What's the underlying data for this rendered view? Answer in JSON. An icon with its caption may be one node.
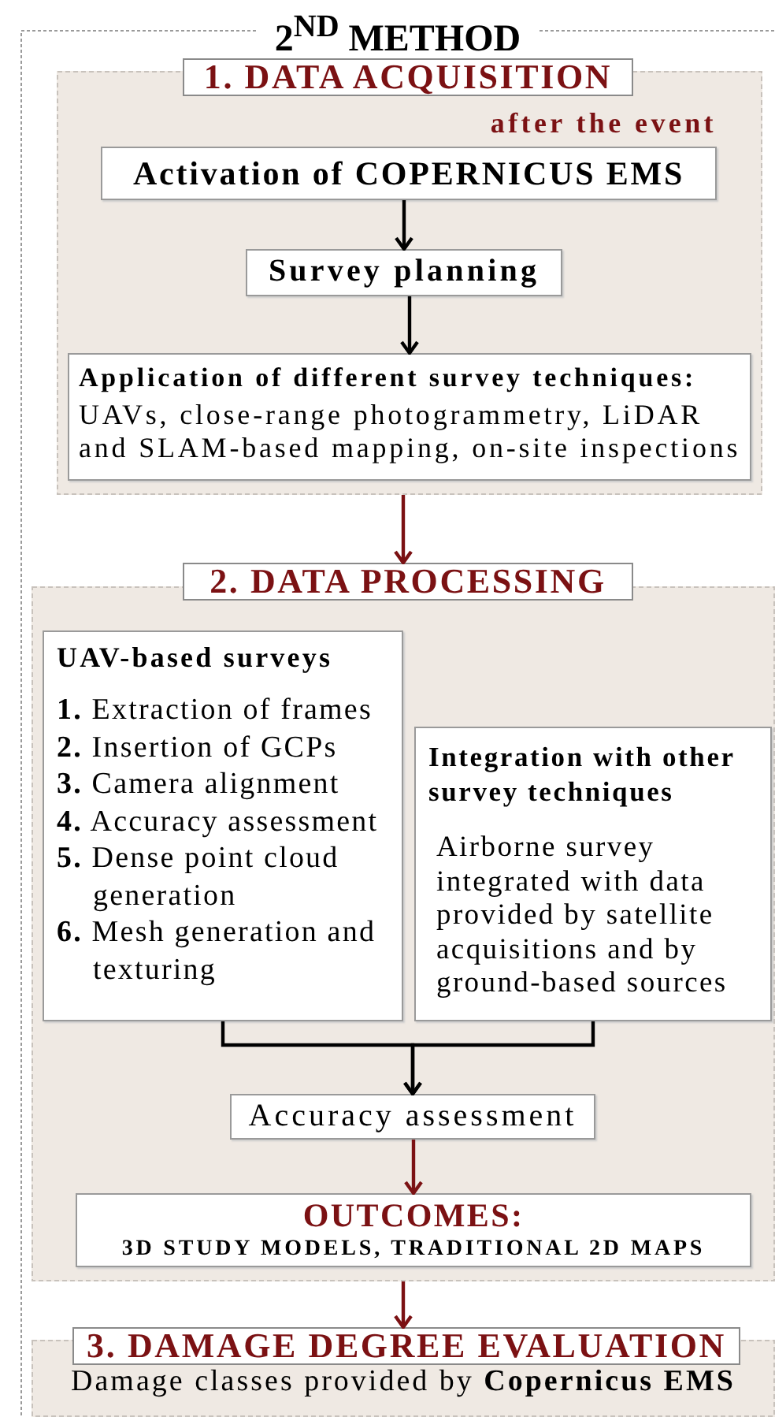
{
  "diagram": {
    "nodes": [
      {
        "text": [
          "2$^{ND}$ METHOD"
        ]
      },
      {
        "text": [
          "1. DATA ACQUISITION"
        ],
        "in": 0
      },
      {
        "text": [
          "Activation of COPERNICUS EMS"
        ],
        "in": 1,
        "beside": [
          "after the event"
        ]
      },
      {
        "text": [
          "Survey planning"
        ],
        "in": 1
      },
      {
        "text": [
          "Application of different survey techniques:",
          "UAVs, close-range photogrammetry, LiDAR and SLAM-based mapping, on-site inspections"
        ],
        "in": 1
      },
      {
        "text": [
          "2. DATA PROCESSING"
        ],
        "in": 0
      },
      {
        "text": [
          "UAV-based surveys",
          "**1.** Extraction of frames",
          "**2.** Insertion of GCPs",
          "**3.** Camera alignment",
          "**4.** Accuracy assessment",
          "**5.** Dense point cloud generation",
          "**6.** Mesh generation and texturing"
        ],
        "in": 5
      },
      {
        "text": [
          "Integration with other survey techniques",
          "Airborne survey integrated with data provided by satellite acquisitions and by ground-based sources"
        ],
        "in": 5
      },
      {
        "text": [
          "Accuracy assessment"
        ],
        "in": 5
      },
      {
        "text": [
          "OUTCOMES:",
          "3D STUDY MODELS, TRADITIONAL 2D MAPS"
        ],
        "in": 5
      },
      {
        "text": [
          "3. DAMAGE DEGREE EVALUATION",
          "Damage classes provided by **Copernicus EMS**"
        ],
        "in": 0
      }
    ],
    "edges": [
      {
        "from": 2,
        "to": 3,
        "arrow": "to"
      },
      {
        "from": 3,
        "to": 4,
        "arrow": "to"
      },
      {
        "from": 1,
        "to": 5,
        "arrow": "to",
        "color": "#7b1113"
      },
      {
        "from": 6,
        "to": 8,
        "arrow": "to"
      },
      {
        "from": 7,
        "to": 8,
        "arrow": "to"
      },
      {
        "from": 8,
        "to": 9,
        "arrow": "to",
        "color": "#7b1113"
      },
      {
        "from": 5,
        "to": 10,
        "arrow": "to",
        "color": "#7b1113"
      }
    ]
  }
}
